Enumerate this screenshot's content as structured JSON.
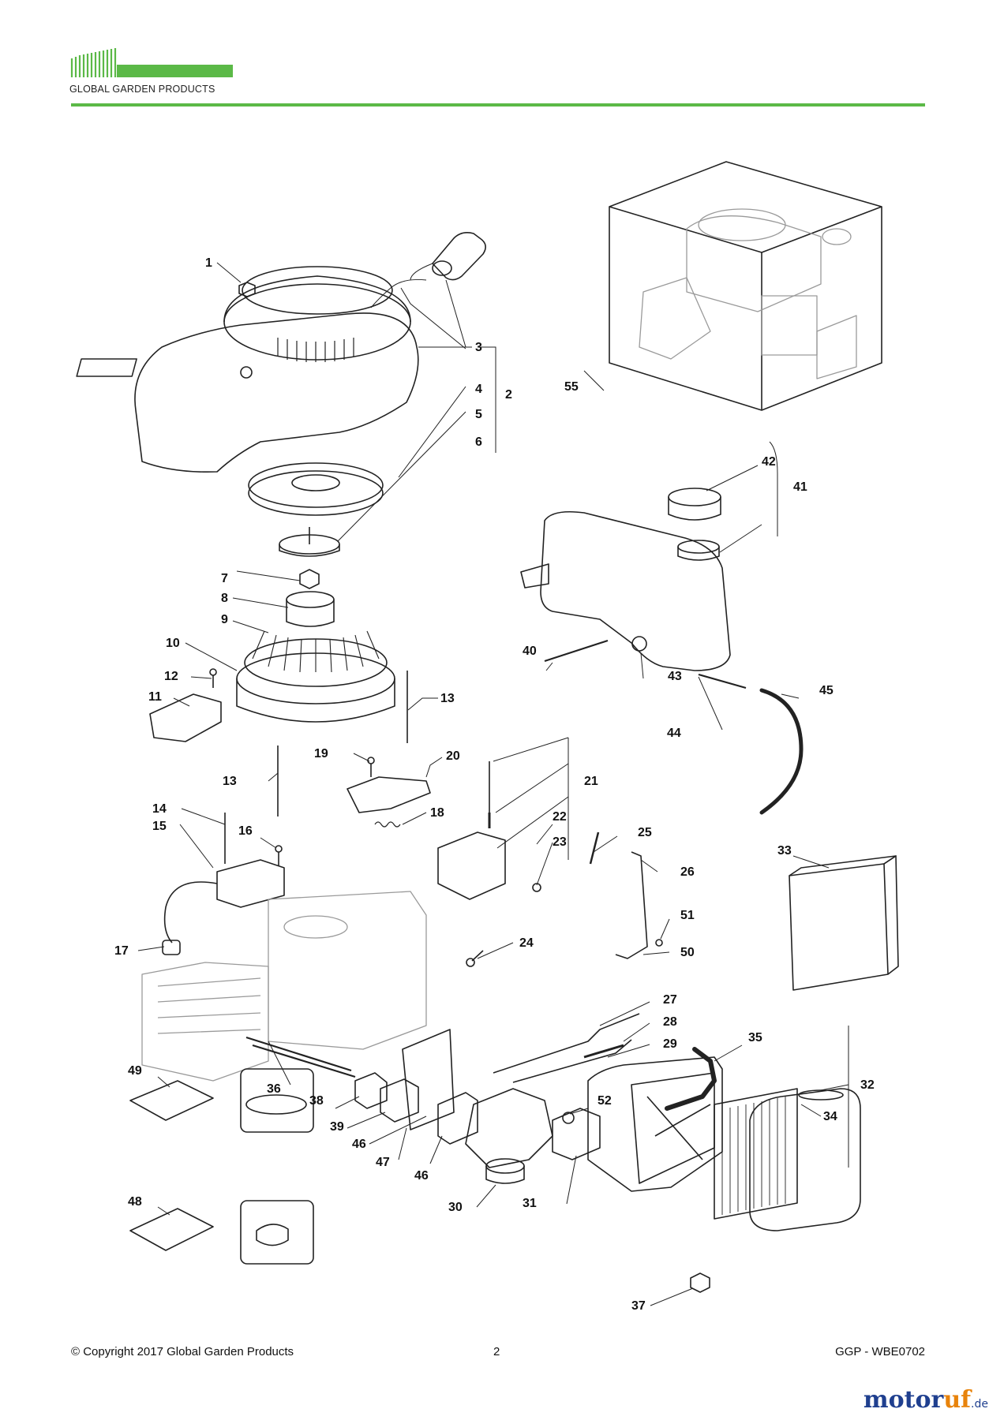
{
  "header": {
    "brand": "GLOBAL GARDEN PRODUCTS",
    "brand_color": "#5bb947"
  },
  "diagram": {
    "callouts": [
      {
        "id": "c1",
        "label": "1"
      },
      {
        "id": "c2",
        "label": "2"
      },
      {
        "id": "c3",
        "label": "3"
      },
      {
        "id": "c4",
        "label": "4"
      },
      {
        "id": "c5",
        "label": "5"
      },
      {
        "id": "c6",
        "label": "6"
      },
      {
        "id": "c7",
        "label": "7"
      },
      {
        "id": "c8",
        "label": "8"
      },
      {
        "id": "c9",
        "label": "9"
      },
      {
        "id": "c10",
        "label": "10"
      },
      {
        "id": "c11",
        "label": "11"
      },
      {
        "id": "c12",
        "label": "12"
      },
      {
        "id": "c13a",
        "label": "13"
      },
      {
        "id": "c13b",
        "label": "13"
      },
      {
        "id": "c14",
        "label": "14"
      },
      {
        "id": "c15",
        "label": "15"
      },
      {
        "id": "c16",
        "label": "16"
      },
      {
        "id": "c17",
        "label": "17"
      },
      {
        "id": "c18",
        "label": "18"
      },
      {
        "id": "c19",
        "label": "19"
      },
      {
        "id": "c20",
        "label": "20"
      },
      {
        "id": "c21",
        "label": "21"
      },
      {
        "id": "c22",
        "label": "22"
      },
      {
        "id": "c23",
        "label": "23"
      },
      {
        "id": "c24",
        "label": "24"
      },
      {
        "id": "c25",
        "label": "25"
      },
      {
        "id": "c26",
        "label": "26"
      },
      {
        "id": "c27",
        "label": "27"
      },
      {
        "id": "c28",
        "label": "28"
      },
      {
        "id": "c29",
        "label": "29"
      },
      {
        "id": "c30",
        "label": "30"
      },
      {
        "id": "c31",
        "label": "31"
      },
      {
        "id": "c32",
        "label": "32"
      },
      {
        "id": "c33",
        "label": "33"
      },
      {
        "id": "c34",
        "label": "34"
      },
      {
        "id": "c35",
        "label": "35"
      },
      {
        "id": "c36",
        "label": "36"
      },
      {
        "id": "c37",
        "label": "37"
      },
      {
        "id": "c38",
        "label": "38"
      },
      {
        "id": "c39",
        "label": "39"
      },
      {
        "id": "c40",
        "label": "40"
      },
      {
        "id": "c41",
        "label": "41"
      },
      {
        "id": "c42",
        "label": "42"
      },
      {
        "id": "c43",
        "label": "43"
      },
      {
        "id": "c44",
        "label": "44"
      },
      {
        "id": "c45",
        "label": "45"
      },
      {
        "id": "c46a",
        "label": "46"
      },
      {
        "id": "c46b",
        "label": "46"
      },
      {
        "id": "c47",
        "label": "47"
      },
      {
        "id": "c48",
        "label": "48"
      },
      {
        "id": "c49",
        "label": "49"
      },
      {
        "id": "c50",
        "label": "50"
      },
      {
        "id": "c51",
        "label": "51"
      },
      {
        "id": "c52",
        "label": "52"
      },
      {
        "id": "c55",
        "label": "55"
      }
    ]
  },
  "footer": {
    "copyright": "© Copyright 2017 Global Garden Products",
    "page_number": "2",
    "code": "GGP - WBE0702"
  },
  "watermark": {
    "text_main": "motor",
    "text_accent": "uf",
    "suffix": ".de",
    "main_color": "#1f3f8f",
    "accent_color": "#e8830b"
  }
}
